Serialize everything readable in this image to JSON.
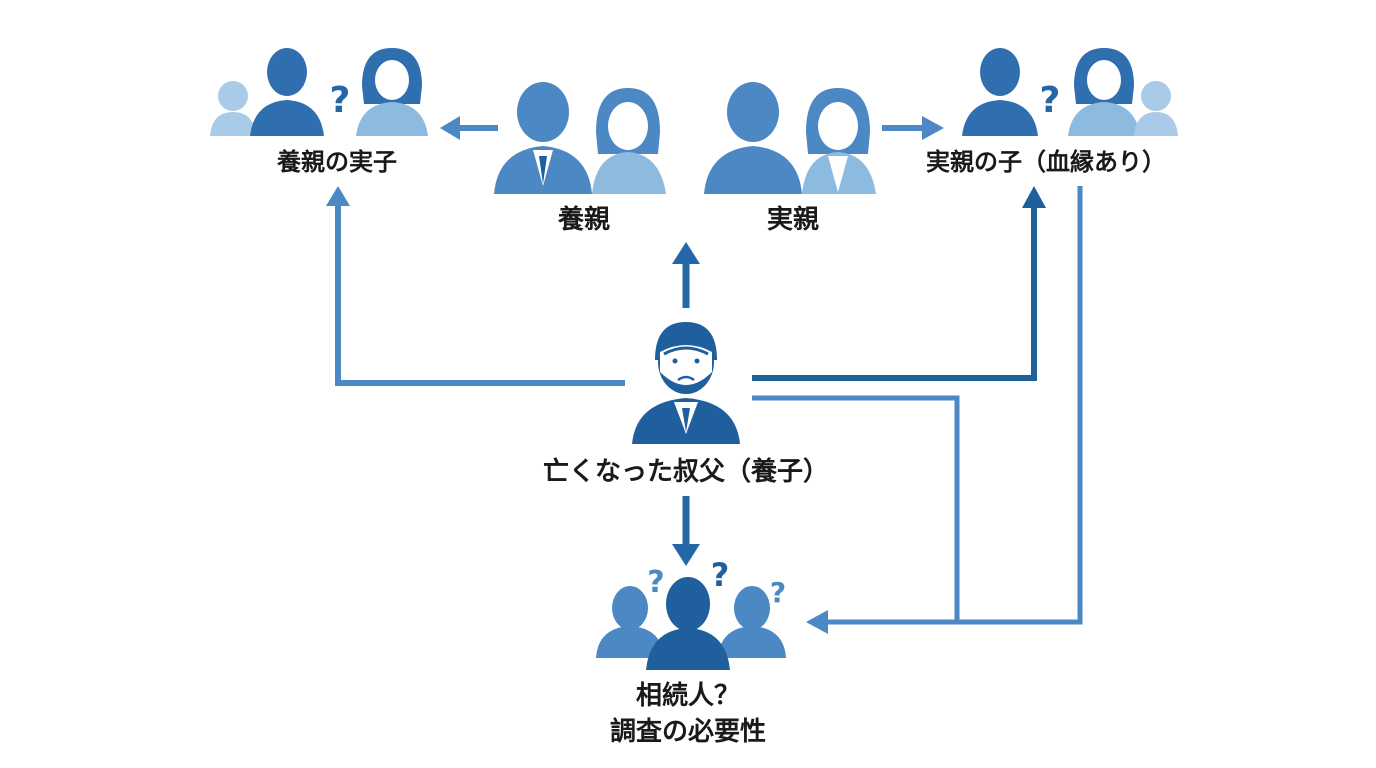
{
  "labels": {
    "adoptive_parents_child": "養親の実子",
    "adoptive_parents": "養親",
    "biological_parents": "実親",
    "biological_parents_child": "実親の子（血縁あり）",
    "deceased_uncle": "亡くなった叔父（養子）",
    "heirs_line1": "相続人？",
    "heirs_line2": "調査の必要性"
  },
  "question_mark": "?",
  "colors": {
    "dark_blue": "#1f5f9e",
    "mid_blue": "#4b88c4",
    "light_blue": "#8dbbe0",
    "pale_blue": "#a9cbe8",
    "arrow_blue": "#4b88c4",
    "arrow_dark": "#2467a8",
    "text": "#1a1a1a"
  }
}
